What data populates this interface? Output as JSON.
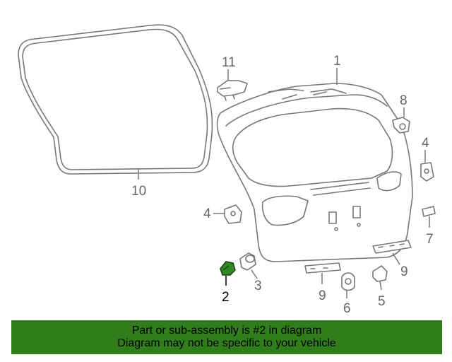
{
  "diagram": {
    "callouts": {
      "c1": "1",
      "c2": "2",
      "c3": "3",
      "c4a": "4",
      "c4b": "4",
      "c5": "5",
      "c6": "6",
      "c7": "7",
      "c8": "8",
      "c9a": "9",
      "c9b": "9",
      "c10": "10",
      "c11": "11"
    },
    "highlighted_part": "2",
    "highlight_color": "#2e8b22"
  },
  "banner": {
    "line1": "Part or sub-assembly is #2 in diagram",
    "line2": "Diagram may not be specific to your vehicle",
    "background": "#2f7d1b"
  }
}
